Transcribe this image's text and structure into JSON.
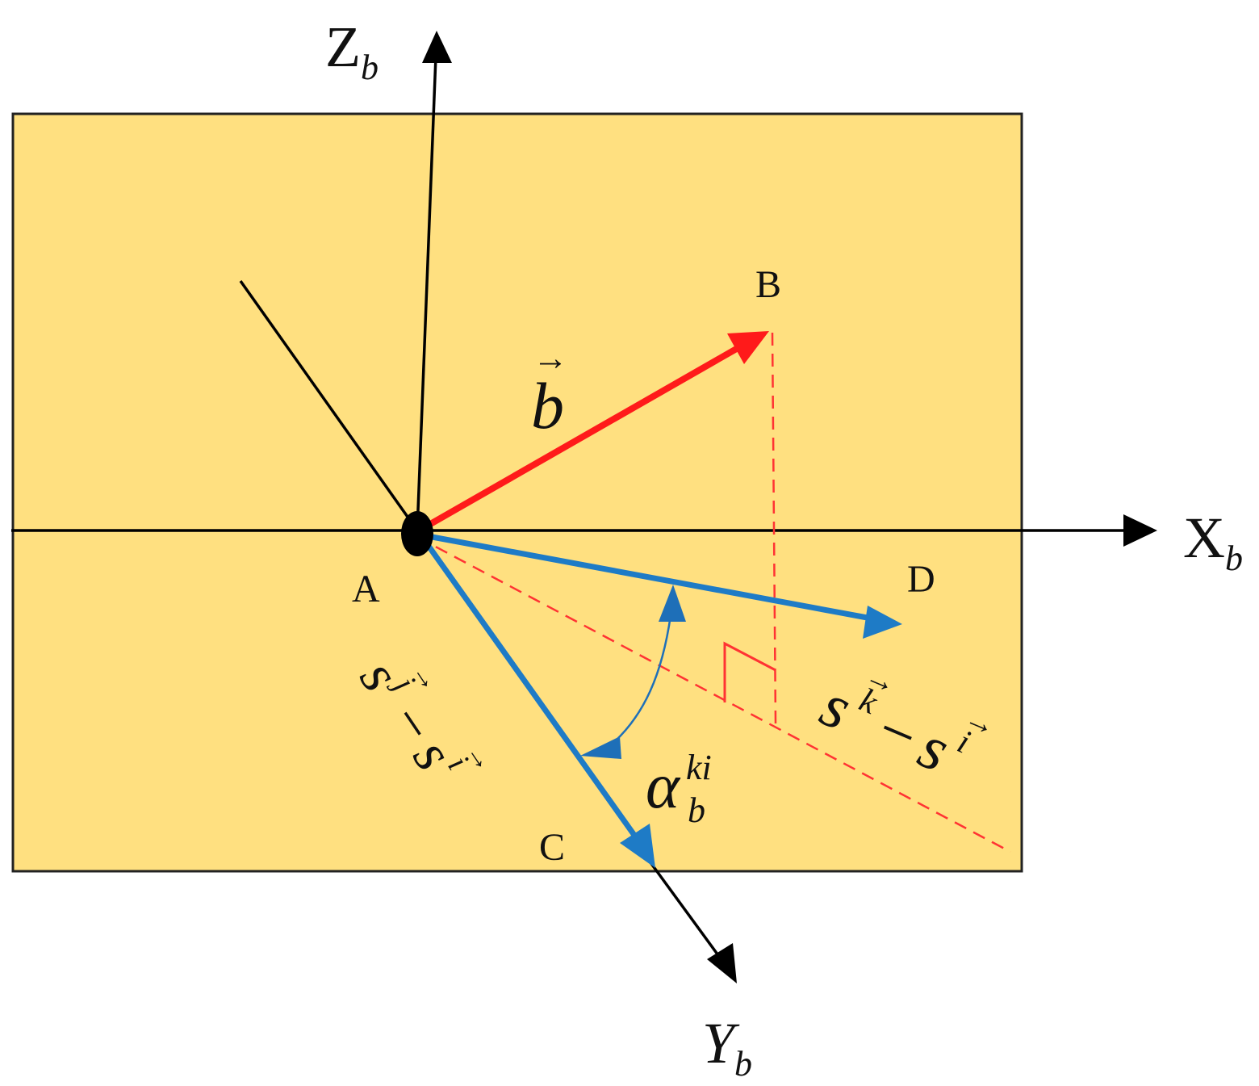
{
  "colors": {
    "plane_fill": "#FFE080",
    "plane_stroke": "#222222",
    "axis": "#000000",
    "baseline_vector": "#FF1A1A",
    "difference_vectors": "#1E7BC6",
    "projection_dashed": "#FF3333",
    "angle_arc": "#1E6FB8"
  },
  "axes": {
    "z": {
      "main": "Z",
      "sub": "b"
    },
    "x": {
      "main": "X",
      "sub": "b"
    },
    "y": {
      "main": "Y",
      "sub": "b"
    }
  },
  "points": {
    "a": "A",
    "b": "B",
    "c": "C",
    "d": "D"
  },
  "labels": {
    "baseline_vector": {
      "text": "b",
      "arrow": "→"
    },
    "vector_c": {
      "s1": "s",
      "sup1": "j",
      "arr1": "→",
      "minus": "−",
      "s2": "s",
      "sup2": "i",
      "arr2": "→"
    },
    "vector_d": {
      "s1": "s",
      "sup1": "k",
      "arr1": "→",
      "minus": "−",
      "s2": "s",
      "sup2": "i",
      "arr2": "→"
    },
    "angle": {
      "main": "α",
      "sub": "b",
      "sup": "ki"
    }
  }
}
